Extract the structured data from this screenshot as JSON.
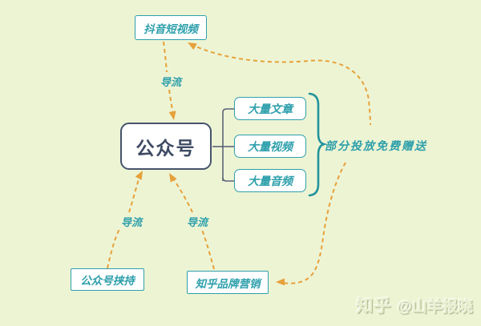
{
  "diagram": {
    "type": "mindmap",
    "background_color": "#edf4d4",
    "colors": {
      "teal_accent": "#2d9fab",
      "brace_teal": "#21939c",
      "orange_arrow": "#e6a13a",
      "dark_navy": "#46536d"
    },
    "nodes": {
      "douyin": {
        "label": "抖音短视频"
      },
      "center": {
        "label": "公众号"
      },
      "articles": {
        "label": "大量文章"
      },
      "videos": {
        "label": "大量视频"
      },
      "audios": {
        "label": "大量音频"
      },
      "hijack": {
        "label": "公众号挟持"
      },
      "zhihu_marketing": {
        "label": "知乎品牌营销"
      }
    },
    "edge_labels": {
      "daoliu_top": "导流",
      "daoliu_left": "导流",
      "daoliu_right": "导流",
      "free_giveaway": "部分投放免费赠送"
    },
    "edges": [
      {
        "from": "douyin",
        "to": "center",
        "label": "导流",
        "style": "orange-dashed"
      },
      {
        "from": "hijack",
        "to": "center",
        "label": "导流",
        "style": "orange-dashed"
      },
      {
        "from": "zhihu_marketing",
        "to": "center",
        "label": "导流",
        "style": "orange-dashed"
      },
      {
        "from": "zhihu_marketing",
        "to": "douyin",
        "label": "部分投放免费赠送",
        "style": "orange-dashed-double-arrow"
      },
      {
        "from": "center",
        "to": "articles",
        "style": "tree-connector"
      },
      {
        "from": "center",
        "to": "videos",
        "style": "tree-connector"
      },
      {
        "from": "center",
        "to": "audios",
        "style": "tree-connector"
      }
    ],
    "watermark": {
      "brand": "知乎",
      "handle": "@山羊报晓"
    }
  }
}
